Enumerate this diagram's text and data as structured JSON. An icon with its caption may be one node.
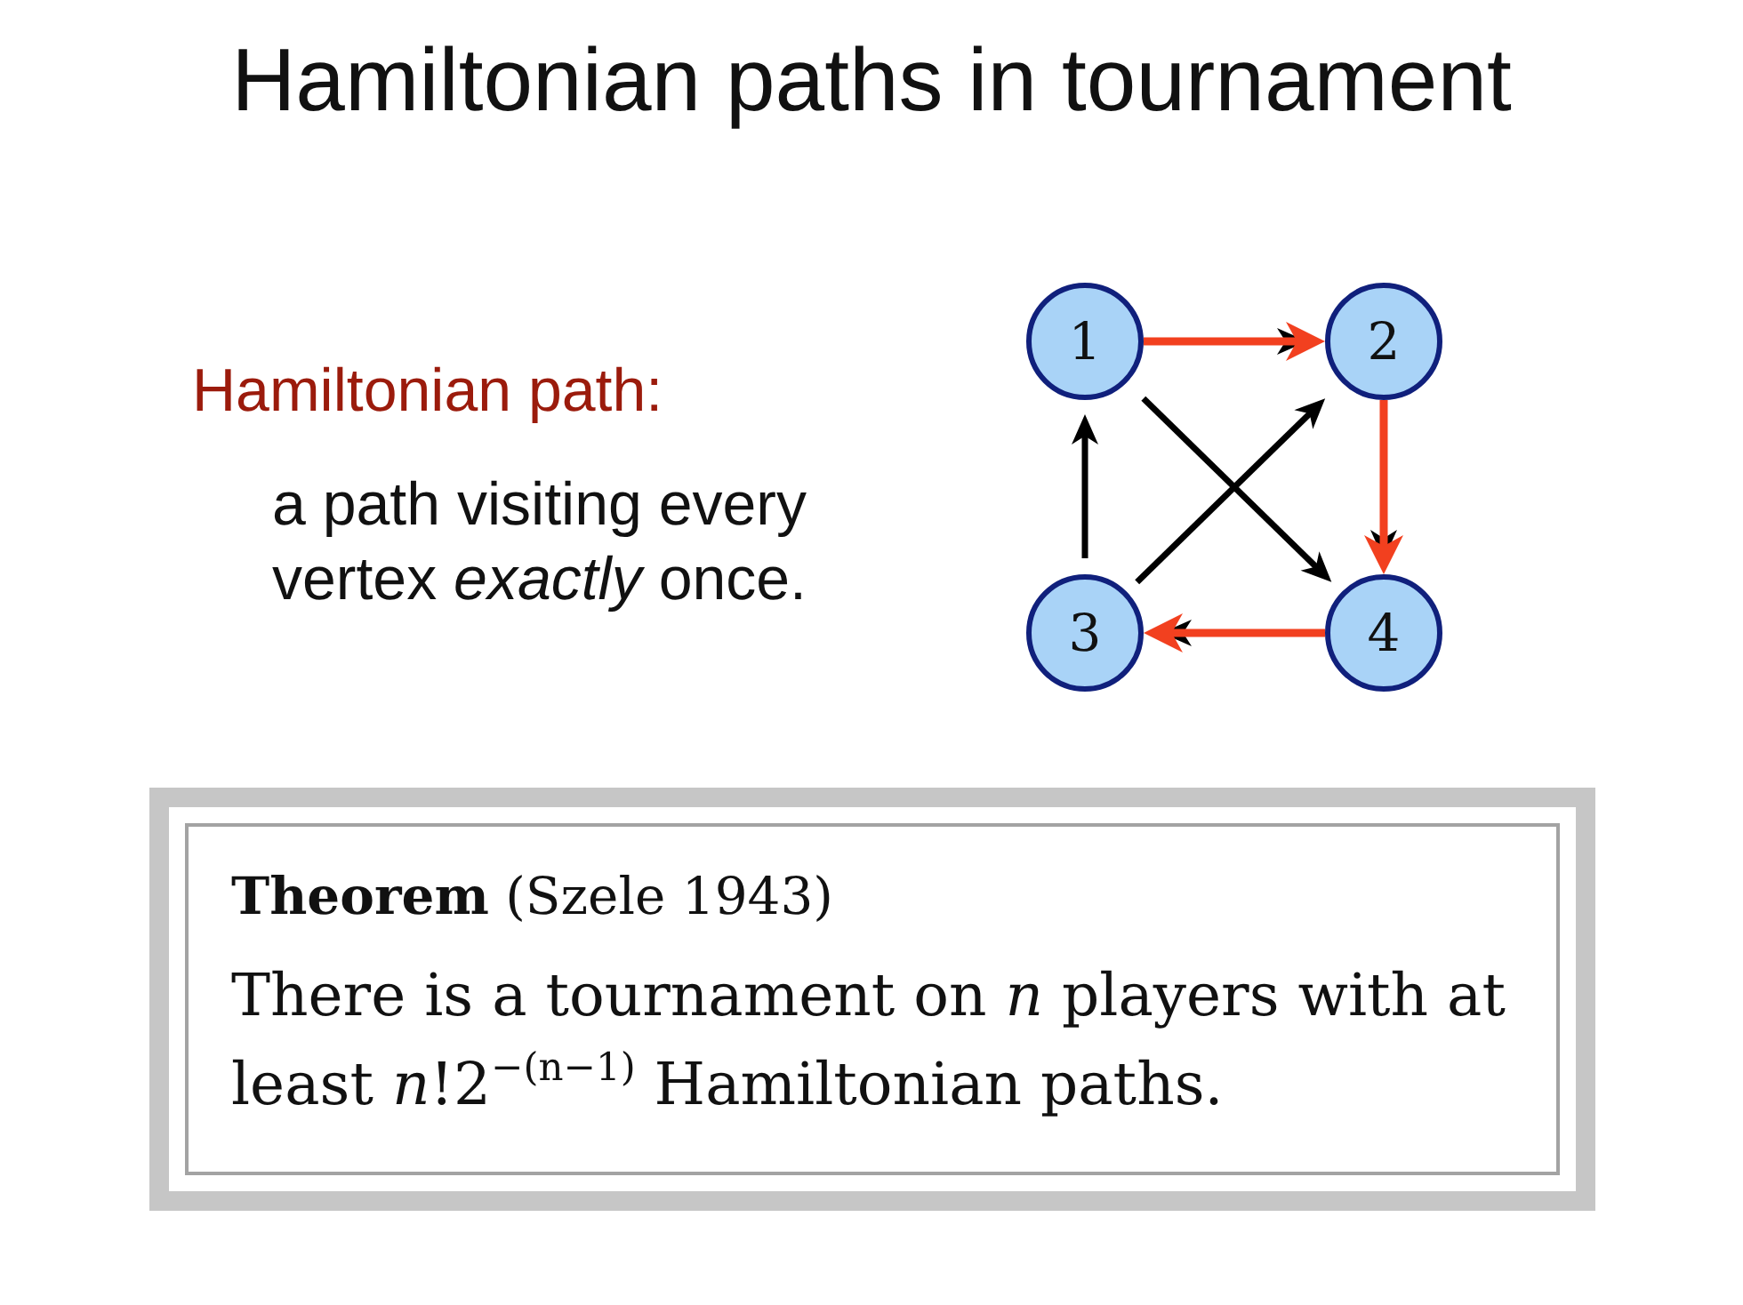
{
  "diagram": {
    "title": "Hamiltonian paths in tournament",
    "nodes": [
      {
        "text": [
          "1"
        ]
      },
      {
        "text": [
          "2"
        ]
      },
      {
        "text": [
          "3"
        ]
      },
      {
        "text": [
          "4"
        ]
      },
      {
        "text": [
          "**Theorem** (Szele 1943)",
          "There is a tournament on *n* players with at least *n*!2$^{−(n−1)}$ Hamiltonian paths."
        ]
      }
    ],
    "edges": [
      {
        "from": 0,
        "to": 1,
        "arrow": "to"
      },
      {
        "from": 0,
        "to": 3,
        "arrow": "to"
      },
      {
        "from": 2,
        "to": 1,
        "arrow": "to"
      },
      {
        "from": 2,
        "to": 0,
        "arrow": "to"
      },
      {
        "from": 1,
        "to": 3,
        "arrow": "to"
      },
      {
        "from": 3,
        "to": 2,
        "arrow": "to"
      },
      {
        "from": 0,
        "to": 1,
        "arrow": "to",
        "color": "#f2401f"
      },
      {
        "from": 1,
        "to": 3,
        "arrow": "to",
        "color": "#f2401f"
      },
      {
        "from": 3,
        "to": 2,
        "arrow": "to",
        "color": "#f2401f"
      }
    ],
    "labels": [
      "Hamiltonian path:",
      "a path visiting every vertex *exactly* once."
    ]
  }
}
